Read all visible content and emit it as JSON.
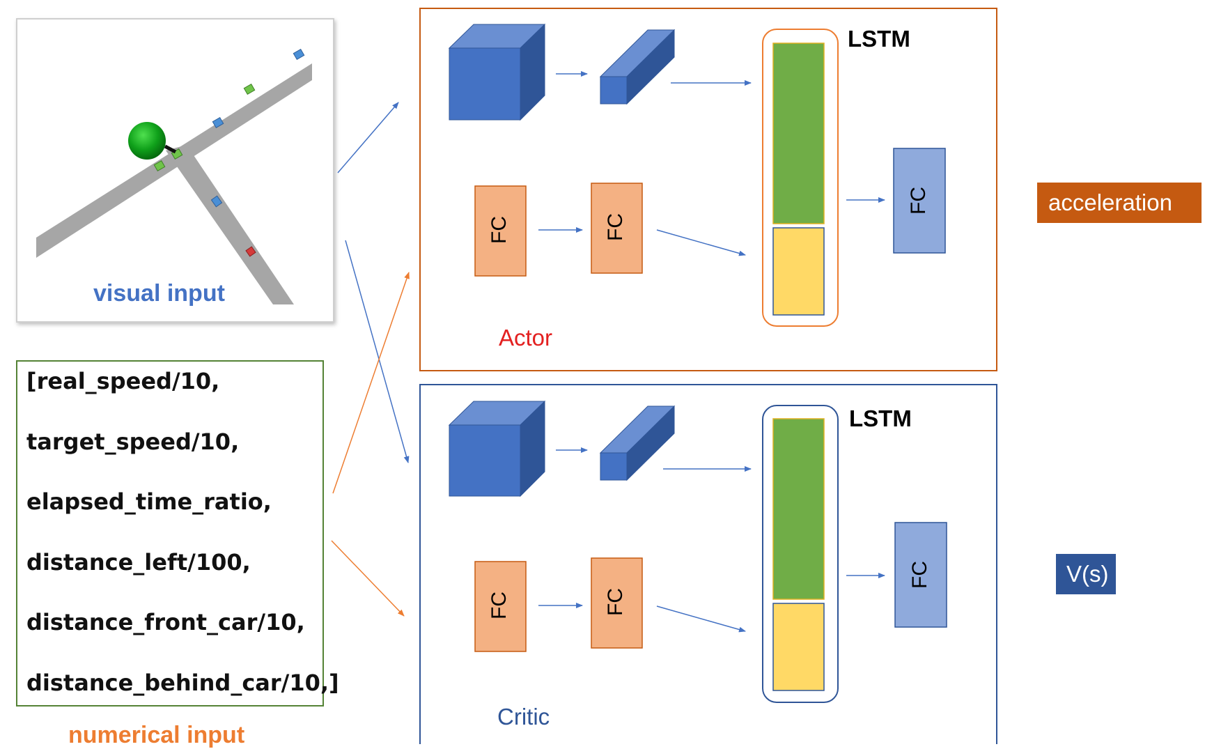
{
  "inputs": {
    "visual_label": "visual input",
    "numerical_label": "numerical input",
    "numerical_lines": [
      "[real_speed/10,",
      "target_speed/10,",
      "elapsed_time_ratio,",
      "distance_left/100,",
      "distance_front_car/10,",
      "distance_behind_car/10,]"
    ]
  },
  "actor": {
    "title": "Actor",
    "lstm_label": "LSTM",
    "fc_labels": [
      "FC",
      "FC",
      "FC"
    ],
    "output_label": "acceleration",
    "border_color": "#c55a11",
    "output_color": "#c55a11"
  },
  "critic": {
    "title": "Critic",
    "lstm_label": "LSTM",
    "fc_labels": [
      "FC",
      "FC",
      "FC"
    ],
    "output_label": "V(s)",
    "border_color": "#2f5597",
    "output_color": "#2f5597"
  },
  "colors": {
    "cube_front": "#4472c4",
    "cube_top": "#6a8fd2",
    "cube_side": "#2f5597",
    "fc_orange": "#f4b183",
    "fc_blue": "#8faadc",
    "lstm_green": "#70ad47",
    "lstm_yellow": "#ffd966",
    "arrow_blue": "#4472c4",
    "arrow_orange": "#ed7d31",
    "visual_text": "#4472c4",
    "numerical_text": "#ed7d31",
    "numerical_border": "#548235"
  }
}
